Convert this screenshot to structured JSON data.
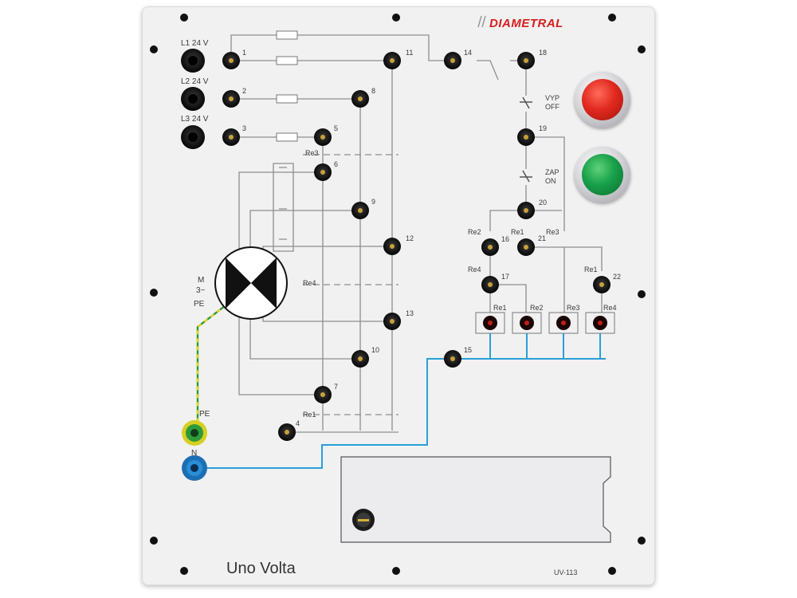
{
  "brand": {
    "name": "DIAMETRAL",
    "color": "#d81e1e"
  },
  "product": {
    "name": "Uno Volta",
    "code": "UV-113"
  },
  "supply_labels": [
    "L1 24 V",
    "L2 24 V",
    "L3 24 V"
  ],
  "ground_labels": {
    "pe": "PE",
    "n": "N"
  },
  "motor": {
    "m": "M",
    "phases": "3~",
    "pe": "PE"
  },
  "relay_labels": {
    "re3": "Re3",
    "re4": "Re4",
    "re1": "Re1"
  },
  "buttons": {
    "off": {
      "line1": "VYP",
      "line2": "OFF",
      "color": "#e12a20"
    },
    "on": {
      "line1": "ZAP",
      "line2": "ON",
      "color": "#18a04a"
    }
  },
  "control_contacts": {
    "re2_16": "Re2",
    "re1_21": "Re1",
    "re3_21": "Re3",
    "re4_17": "Re4",
    "re1_22": "Re1"
  },
  "coils": [
    "Re1",
    "Re2",
    "Re3",
    "Re4"
  ],
  "terminals": [
    "1",
    "2",
    "3",
    "4",
    "5",
    "6",
    "7",
    "8",
    "9",
    "10",
    "11",
    "12",
    "13",
    "14",
    "15",
    "16",
    "17",
    "18",
    "19",
    "20",
    "21",
    "22"
  ],
  "colors": {
    "wire": "#8e8e8e",
    "blue_wire": "#2a9fd6",
    "pe_wire_green": "#2e9a3c",
    "pe_wire_yellow": "#e2d422"
  }
}
